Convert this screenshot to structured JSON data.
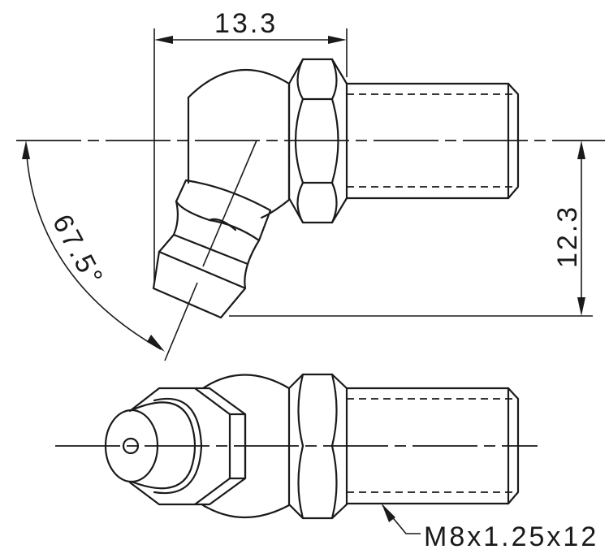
{
  "drawing": {
    "subject": "Angled grease nipple fitting",
    "views": [
      "side-view",
      "front-view"
    ],
    "dimensions": {
      "overall_width": "13.3",
      "offset_height": "12.3",
      "angle": "67.5°",
      "thread_spec": "M8x1.25x12"
    },
    "colors": {
      "line": "#1a1a1a",
      "background": "#ffffff"
    }
  }
}
